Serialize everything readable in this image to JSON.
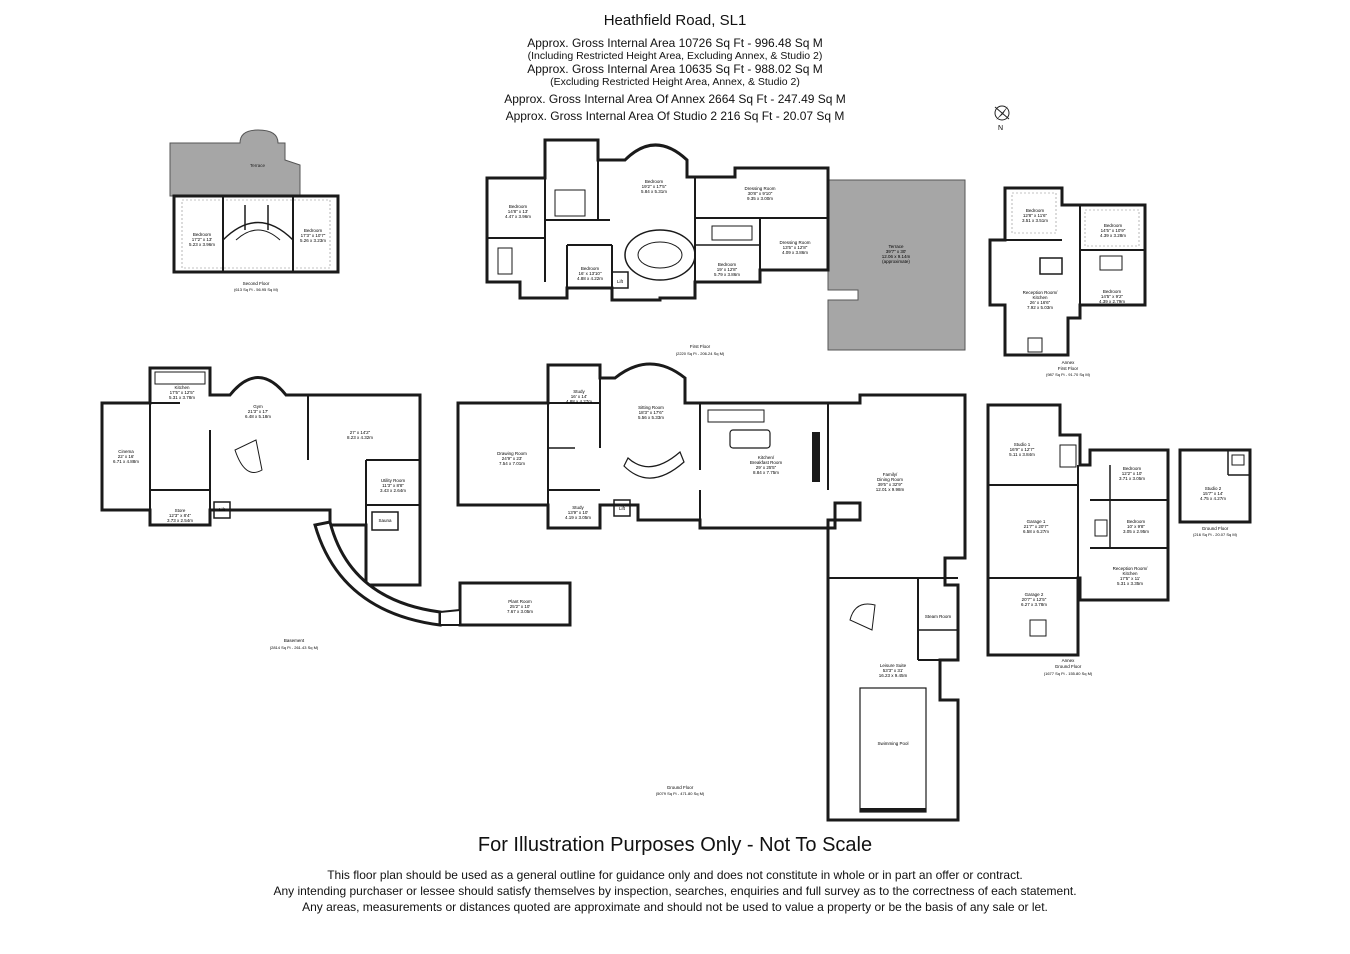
{
  "header": {
    "title": "Heathfield Road, SL1",
    "lines": [
      "Approx. Gross Internal Area   10726 Sq Ft  -  996.48 Sq M",
      "(Including Restricted Height Area, Excluding Annex, & Studio 2)",
      "Approx. Gross Internal Area   10635 Sq Ft  -  988.02 Sq M",
      "(Excluding Restricted Height Area, Annex, & Studio 2)",
      "Approx. Gross Internal Area Of Annex   2664 Sq Ft  -  247.49 Sq M",
      "Approx. Gross Internal Area Of Studio 2   216 Sq Ft  -  20.07 Sq M"
    ]
  },
  "compass": {
    "label": "N"
  },
  "floors": {
    "second": {
      "name": "Second Floor",
      "area": "(613 Sq Ft - 56.95 Sq M)"
    },
    "first": {
      "name": "First Floor",
      "area": "(2220 Sq Ft - 206.24 Sq M)"
    },
    "annex_first": {
      "name": "Annex",
      "name2": "First Floor",
      "area": "(987 Sq Ft - 91.70 Sq M)"
    },
    "basement": {
      "name": "Basement",
      "area": "(2814 Sq Ft - 261.43 Sq M)"
    },
    "ground": {
      "name": "Ground Floor",
      "area": "(5079 Sq Ft - 471.80 Sq M)"
    },
    "annex_ground": {
      "name": "Annex",
      "name2": "Ground Floor",
      "area": "(1677 Sq Ft - 155.80 Sq M)"
    },
    "studio2": {
      "name": "Ground Floor",
      "area": "(216 Sq Ft - 20.07 Sq M)"
    }
  },
  "rooms": {
    "sf_terrace": {
      "name": "Terrace"
    },
    "sf_bed1": {
      "name": "Bedroom",
      "imp": "17'2\" x 13'",
      "met": "5.23 x 3.96m"
    },
    "sf_bed2": {
      "name": "Bedroom",
      "imp": "17'3\" x 10'7\"",
      "met": "5.26 x 3.23m"
    },
    "ff_bed_w": {
      "name": "Bedroom",
      "imp": "14'8\" x 13'",
      "met": "4.47 x 3.96m"
    },
    "ff_bed_main": {
      "name": "Bedroom",
      "imp": "19'2\" x 17'5\"",
      "met": "5.84 x 5.31m"
    },
    "ff_dress1": {
      "name": "Dressing Room",
      "imp": "30'8\" x 9'10\"",
      "met": "9.35 x 3.00m"
    },
    "ff_dress2": {
      "name": "Dressing Room",
      "imp": "13'5\" x 12'8\"",
      "met": "4.09 x 3.86m"
    },
    "ff_terrace": {
      "name": "Terrace",
      "imp": "39'7\" x 30'",
      "met": "12.06 x 9.14m",
      "note": "(approximate)"
    },
    "ff_bed_s": {
      "name": "Bedroom",
      "imp": "16' x 13'10\"",
      "met": "4.88 x 4.22m"
    },
    "ff_bed_e": {
      "name": "Bedroom",
      "imp": "19' x 12'8\"",
      "met": "5.79 x 3.86m"
    },
    "ff_lift": {
      "name": "Lift"
    },
    "an_bed1": {
      "name": "Bedroom",
      "imp": "12'8\" x 11'6\"",
      "met": "3.51 x 3.51m"
    },
    "an_bed2": {
      "name": "Bedroom",
      "imp": "14'5\" x 10'9\"",
      "met": "4.39 x 3.28m"
    },
    "an_recep": {
      "name": "Reception Room/",
      "name2": "Kitchen",
      "imp": "26' x 16'6\"",
      "met": "7.92 x 5.03m"
    },
    "an_bed3": {
      "name": "Bedroom",
      "imp": "14'5\" x 9'2\"",
      "met": "4.39 x 2.79m"
    },
    "b_kitchen": {
      "name": "Kitchen",
      "imp": "17'5\" x 12'5\"",
      "met": "5.31 x 3.78m"
    },
    "b_gym": {
      "name": "Gym",
      "imp": "21'3\" x 17'",
      "met": "6.48 x 5.18m"
    },
    "b_room": {
      "imp": "27' x 14'2\"",
      "met": "8.23 x 4.32m"
    },
    "b_cinema": {
      "name": "Cinema",
      "imp": "22' x 16'",
      "met": "6.71 x 4.88m"
    },
    "b_utility": {
      "name": "Utility Room",
      "imp": "11'3\" x 8'8\"",
      "met": "3.43 x 2.64m"
    },
    "b_store": {
      "name": "Store",
      "imp": "12'3\" x 8'4\"",
      "met": "3.73 x 2.54m"
    },
    "b_lift": {
      "name": "Lift"
    },
    "b_sauna": {
      "name": "Sauna"
    },
    "b_plant": {
      "name": "Plant Room",
      "imp": "25'2\" x 10'",
      "met": "7.67 x 3.05m"
    },
    "g_study1": {
      "name": "Study",
      "imp": "16' x 14'",
      "met": "4.88 x 4.27m"
    },
    "g_sitting": {
      "name": "Sitting Room",
      "imp": "18'3\" x 17'6\"",
      "met": "5.56 x 5.33m"
    },
    "g_drawing": {
      "name": "Drawing Room",
      "imp": "24'9\" x 23'",
      "met": "7.54 x 7.01m"
    },
    "g_kitchen": {
      "name": "Kitchen/",
      "name2": "Breakfast Room",
      "imp": "29' x 25'5\"",
      "met": "8.84 x 7.75m"
    },
    "g_family": {
      "name": "Family/",
      "name2": "Dining Room",
      "imp": "39'5\" x 32'9\"",
      "met": "12.01 x 9.98m"
    },
    "g_study2": {
      "name": "Study",
      "imp": "13'9\" x 10'",
      "met": "4.19 x 3.05m"
    },
    "g_lift": {
      "name": "Lift"
    },
    "g_steam": {
      "name": "Steam Room"
    },
    "g_leisure": {
      "name": "Leisure Suite",
      "imp": "53'3\" x 31'",
      "met": "16.23 x 9.45m"
    },
    "g_pool": {
      "name": "Swimming Pool"
    },
    "ag_studio1": {
      "name": "Studio 1",
      "imp": "16'9\" x 12'7\"",
      "met": "5.11 x 3.84m"
    },
    "ag_bed1": {
      "name": "Bedroom",
      "imp": "12'2\" x 10'",
      "met": "3.71 x 3.05m"
    },
    "ag_garage1": {
      "name": "Garage 1",
      "imp": "21'7\" x 20'7\"",
      "met": "6.58 x 6.27m"
    },
    "ag_bed2": {
      "name": "Bedroom",
      "imp": "10' x 9'8\"",
      "met": "3.05 x 2.95m"
    },
    "ag_recep": {
      "name": "Reception Room/",
      "name2": "Kitchen",
      "imp": "17'5\" x 11'",
      "met": "5.31 x 3.35m"
    },
    "ag_garage2": {
      "name": "Garage 2",
      "imp": "20'7\" x 12'5\"",
      "met": "6.27 x 3.78m"
    },
    "st2": {
      "name": "Studio 2",
      "imp": "15'7\" x 14'",
      "met": "4.75 x 4.27m"
    }
  },
  "footer": {
    "title": "For Illustration Purposes Only - Not To Scale",
    "lines": [
      "This floor plan should be used as a general outline for guidance only and does not constitute in whole or in part an offer or contract.",
      "Any intending purchaser or lessee should satisfy themselves by inspection, searches, enquiries and full survey as to the correctness of each statement.",
      "Any areas, measurements or distances quoted are approximate and should not be used to value a property or be the basis of any sale or let."
    ]
  },
  "colors": {
    "wall": "#1a1a1a",
    "terrace": "#a6a6a6",
    "paper": "#ffffff"
  }
}
